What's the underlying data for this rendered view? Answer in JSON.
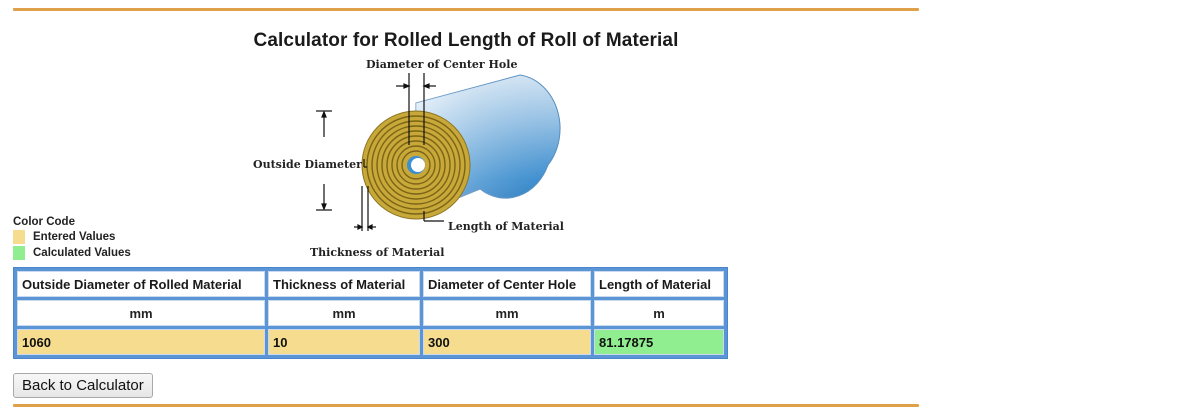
{
  "page": {
    "title": "Calculator for Rolled Length of Roll of Material"
  },
  "diagram": {
    "labels": {
      "center_hole": "Diameter of Center Hole",
      "outside_diameter": "Outside Diameter",
      "length": "Length of Material",
      "thickness": "Thickness of Material"
    },
    "colors": {
      "roll_end": "#c9a83a",
      "roll_rings": "#7a6516",
      "roll_body": "#3c8fd0"
    }
  },
  "legend": {
    "title": "Color Code",
    "items": [
      {
        "label": "Entered Values",
        "color": "#f5dc8e"
      },
      {
        "label": "Calculated Values",
        "color": "#90ee90"
      }
    ]
  },
  "table": {
    "headers": [
      "Outside Diameter of Rolled Material",
      "Thickness of Material",
      "Diameter of Center Hole",
      "Length of Material"
    ],
    "units": [
      "mm",
      "mm",
      "mm",
      "m"
    ],
    "values": [
      "1060",
      "10",
      "300",
      "81.17875"
    ],
    "border_color": "#5b95d6"
  },
  "actions": {
    "back_label": "Back to Calculator"
  },
  "theme": {
    "rule_color": "#e0a04a"
  }
}
